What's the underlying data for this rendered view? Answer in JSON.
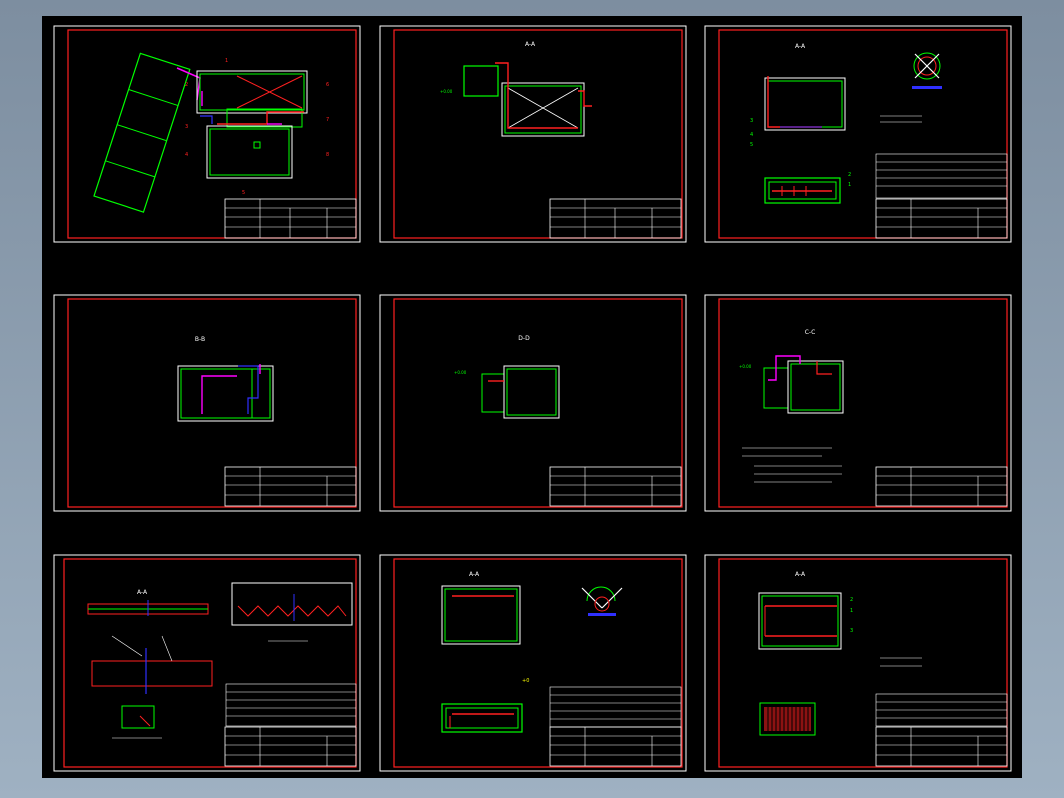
{
  "sheets": [
    {
      "id": "sheet-1",
      "section": "",
      "annotations": []
    },
    {
      "id": "sheet-2",
      "section": "A-A",
      "annotations": []
    },
    {
      "id": "sheet-3",
      "section": "A-A",
      "annotations": [
        "3",
        "4",
        "5",
        "2",
        "1"
      ]
    },
    {
      "id": "sheet-4",
      "section": "B-B",
      "annotations": []
    },
    {
      "id": "sheet-5",
      "section": "D-D",
      "annotations": []
    },
    {
      "id": "sheet-6",
      "section": "C-C",
      "annotations": []
    },
    {
      "id": "sheet-7",
      "section": "A-A",
      "annotations": []
    },
    {
      "id": "sheet-8",
      "section": "A-A",
      "annotations": []
    },
    {
      "id": "sheet-9",
      "section": "A-A",
      "annotations": [
        "2",
        "1",
        "3"
      ]
    }
  ],
  "colors": {
    "background": "#000000",
    "frame": "#ff2020",
    "outline": "#ffffff",
    "wall": "#00ff00",
    "pipe": "#ff2020",
    "pipe2": "#3030ff",
    "accent": "#ff00ff",
    "yellow": "#ffff00"
  }
}
